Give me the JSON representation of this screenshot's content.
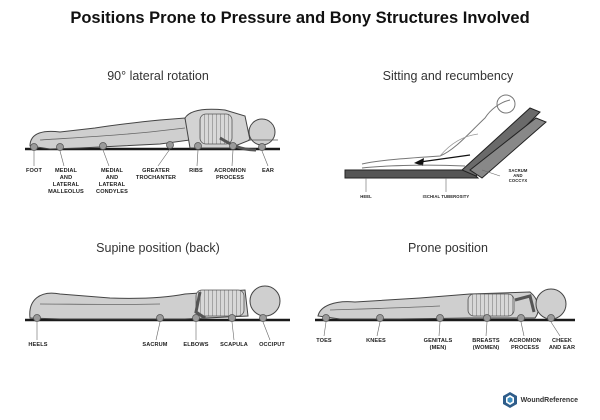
{
  "title": "Positions Prone to Pressure and Bony Structures Involved",
  "panels": {
    "lateral": {
      "title": "90° lateral rotation",
      "labels": [
        "FOOT",
        "MEDIAL\nAND\nLATERAL\nMALLEOLUS",
        "MEDIAL\nAND\nLATERAL\nCONDYLES",
        "GREATER\nTROCHANTER",
        "RIBS",
        "ACROMION\nPROCESS",
        "EAR"
      ]
    },
    "sitting": {
      "title": "Sitting and recumbency",
      "labels": [
        "HEEL",
        "ISCHIAL TUBEROSITY",
        "SACRUM\nAND\nCOCCYX"
      ]
    },
    "supine": {
      "title": "Supine position (back)",
      "labels": [
        "HEELS",
        "SACRUM",
        "ELBOWS",
        "SCAPULA",
        "OCCIPUT"
      ]
    },
    "prone": {
      "title": "Prone position",
      "labels": [
        "TOES",
        "KNEES",
        "GENITALS\n(MEN)",
        "BREASTS\n(WOMEN)",
        "ACROMION\nPROCESS",
        "CHEEK\nAND EAR"
      ]
    }
  },
  "logo": {
    "text": "WoundReference",
    "icon": "wound-reference-logo-icon"
  },
  "colors": {
    "body": "#c9c9c9",
    "outline": "#444444",
    "surface": "#1a1a1a",
    "point": "#9a9a9a"
  }
}
